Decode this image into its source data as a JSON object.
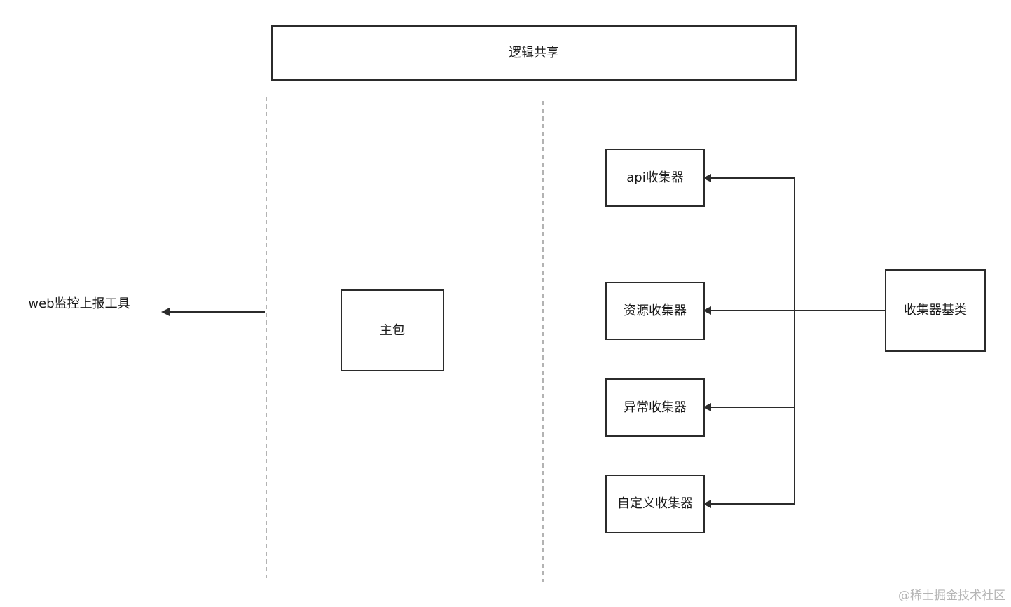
{
  "nodes": {
    "shared_logic": "逻辑共享",
    "web_tool": "web监控上报工具",
    "main_package": "主包",
    "api_collector": "api收集器",
    "resource_collector": "资源收集器",
    "error_collector": "异常收集器",
    "custom_collector": "自定义收集器",
    "collector_base": "收集器基类"
  },
  "watermark": "@稀土掘金技术社区",
  "colors": {
    "stroke": "#2b2b2b",
    "dashed": "#9a9a9a",
    "watermark": "#b5b5b5"
  }
}
